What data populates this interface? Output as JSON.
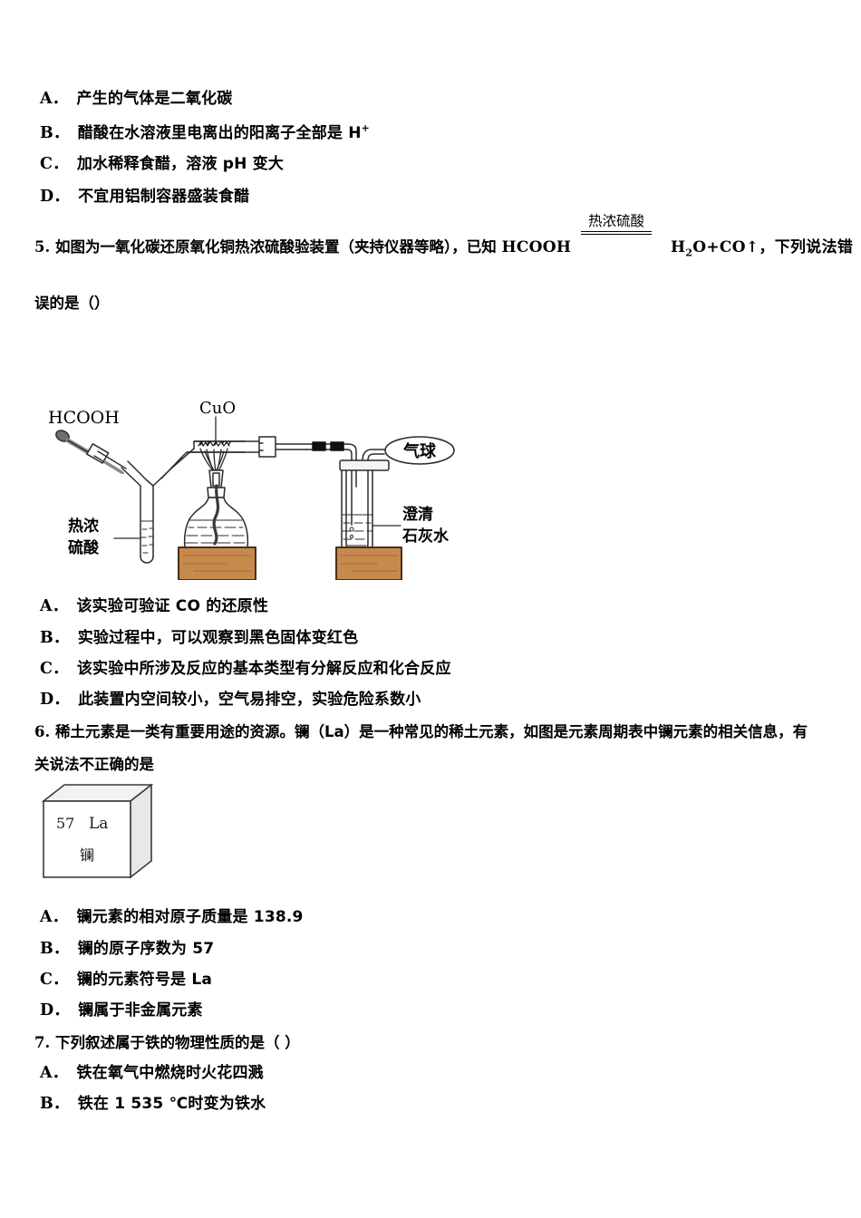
{
  "document": {
    "type": "chemistry-exam-page",
    "language": "zh-CN"
  },
  "question4_options": [
    {
      "label": "A．",
      "text": "产生的气体是二氧化碳"
    },
    {
      "label": "B．",
      "text": "醋酸在水溶液里电离出的阳离子全部是 H",
      "sup": "+"
    },
    {
      "label": "C．",
      "text": "加水稀释食醋，溶液 pH 变大"
    },
    {
      "label": "D．",
      "text": "不宜用铝制容器盛装食醋"
    }
  ],
  "question5": {
    "number": "5.",
    "stem_part1": "如图为一氧化碳还原氧化铜热浓硫酸验装置（夹持仪器等略），已知",
    "reactant": "HCOOH",
    "condition": "热浓硫酸",
    "product_pre": "H",
    "product_sub": "2",
    "product_post": "O+CO↑，下列说法错",
    "stem_line2": "误的是（）",
    "options": [
      {
        "label": "A．",
        "text": "该实验可验证 CO 的还原性"
      },
      {
        "label": "B．",
        "text": "实验过程中，可以观察到黑色固体变红色"
      },
      {
        "label": "C．",
        "text": "该实验中所涉及反应的基本类型有分解反应和化合反应"
      },
      {
        "label": "D．",
        "text": "此装置内空间较小，空气易排空，实验危险系数小"
      }
    ],
    "figure": {
      "name": "co-reduction-apparatus",
      "labels": {
        "hcooh": "HCOOH",
        "cuo": "CuO",
        "hot_conc_sulfuric_l1": "热浓",
        "hot_conc_sulfuric_l2": "硫酸",
        "balloon": "气球",
        "limewater_l1": "澄清",
        "limewater_l2": "石灰水"
      },
      "colors": {
        "wood_fill": "#c68a4e",
        "wood_grain": "#a9702f",
        "wood_border": "#4a3016",
        "glass_stroke": "#2b2b2b",
        "clamp_fill": "#111111"
      }
    }
  },
  "question6": {
    "number": "6.",
    "stem_line1": "稀土元素是一类有重要用途的资源。镧（La）是一种常见的稀土元素，如图是元素周期表中镧元素的相关信息，有",
    "stem_line2": "关说法不正确的是",
    "options": [
      {
        "label": "A．",
        "text": "镧元素的相对原子质量是 138.9"
      },
      {
        "label": "B．",
        "text": "镧的原子序数为 57"
      },
      {
        "label": "C．",
        "text": "镧的元素符号是 La"
      },
      {
        "label": "D．",
        "text": "镧属于非金属元素"
      }
    ],
    "figure": {
      "name": "element-cube",
      "atomic_number": "57",
      "symbol": "La",
      "chinese_name": "镧",
      "colors": {
        "face_fill": "#ffffff",
        "top_fill": "#f2f2f2",
        "side_fill": "#e8e8e8",
        "stroke": "#3a3a3a"
      }
    }
  },
  "question7": {
    "number": "7.",
    "stem": "下列叙述属于铁的物理性质的是（    ）",
    "options": [
      {
        "label": "A．",
        "text": "铁在氧气中燃烧时火花四溅"
      },
      {
        "label": "B．",
        "text": "铁在 1 535 ℃时变为铁水"
      }
    ]
  }
}
